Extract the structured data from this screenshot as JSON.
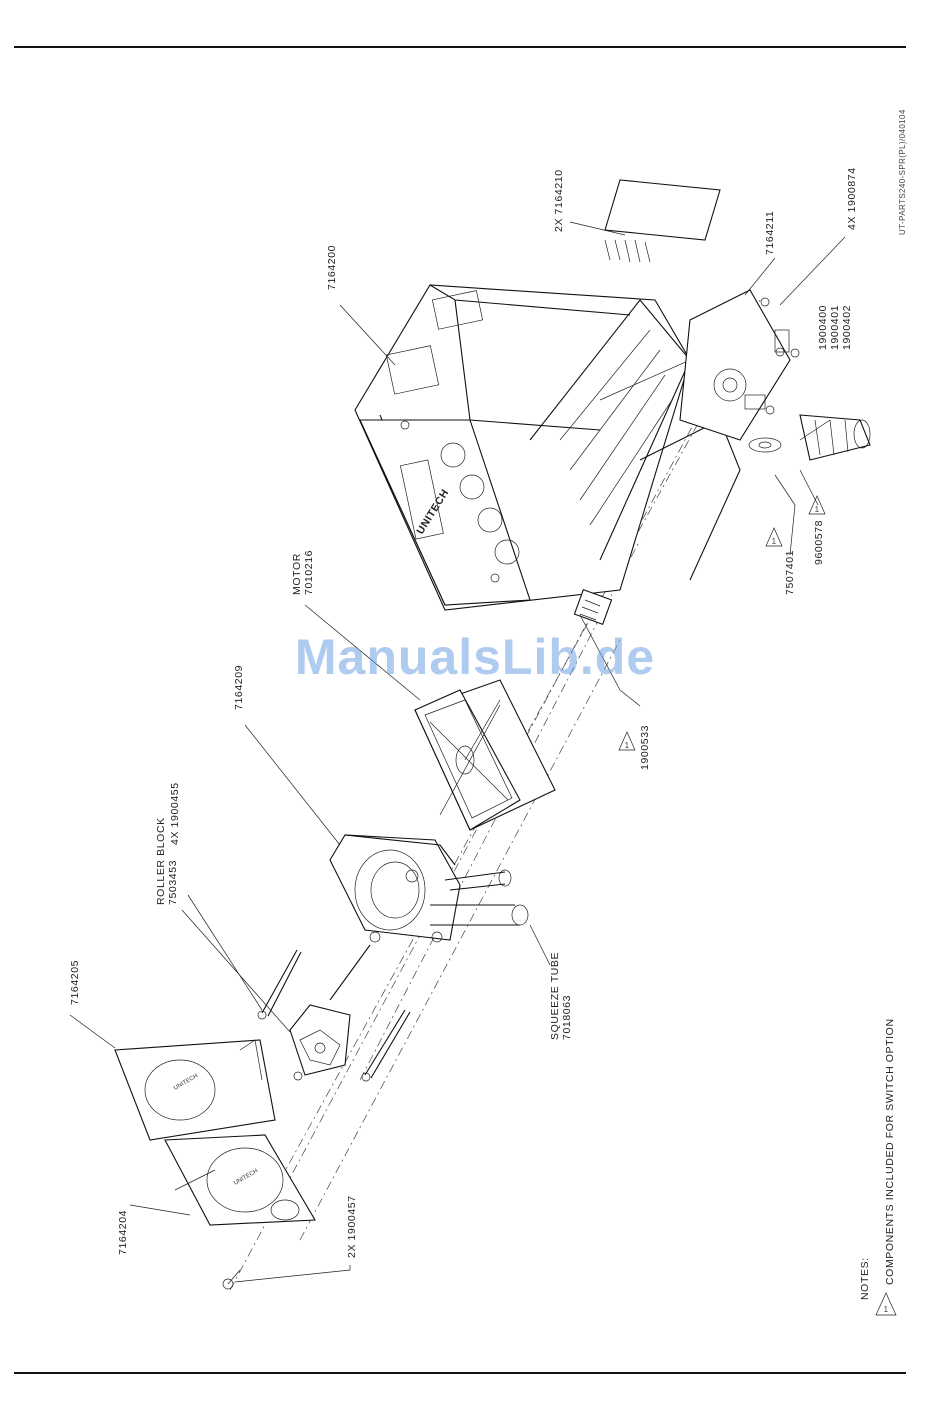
{
  "watermark": "ManualsLib.de",
  "drawing_ref": "UT-PARTS240-SPR(PL)/040104",
  "brand_mark": "UNITECH",
  "labels": {
    "l_7164210": "2X 7164210",
    "l_7164200": "7164200",
    "l_7164211": "7164211",
    "l_1900874": "4X 1900874",
    "l_1900400": "1900400",
    "l_1900401": "1900401",
    "l_1900402": "1900402",
    "l_9600578": "9600578",
    "l_7507401": "7507401",
    "l_motor": "MOTOR",
    "l_7010216": "7010216",
    "l_1900533": "1900533",
    "l_7164209": "7164209",
    "l_1900455": "4X 1900455",
    "l_roller": "ROLLER BLOCK",
    "l_7503453": "7503453",
    "l_7164205": "7164205",
    "l_squeeze": "SQUEEZE TUBE",
    "l_7018063": "7018063",
    "l_7164204": "7164204",
    "l_1900457": "2X 1900457",
    "notes_title": "NOTES:",
    "note_1": "COMPONENTS INCLUDED FOR SWITCH OPTION"
  }
}
